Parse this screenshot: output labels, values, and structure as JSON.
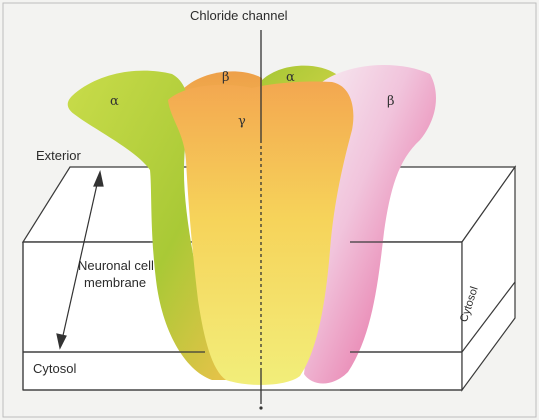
{
  "labels": {
    "title": "Chloride channel",
    "exterior": "Exterior",
    "membrane_line1": "Neuronal cell",
    "membrane_line2": "membrane",
    "cytosol_left": "Cytosol",
    "cytosol_side": "Cytosol"
  },
  "subunits": {
    "alpha_left": "α",
    "beta_back": "β",
    "gamma": "γ",
    "alpha_right": "α",
    "beta_right": "β"
  },
  "colors": {
    "alpha_left": "#b9d43c",
    "beta_back": "#f2a24a",
    "gamma": "#f5d24e",
    "alpha_right": "#a9c936",
    "beta_right": "#ea86b8",
    "box_stroke": "#3a3a3a"
  }
}
